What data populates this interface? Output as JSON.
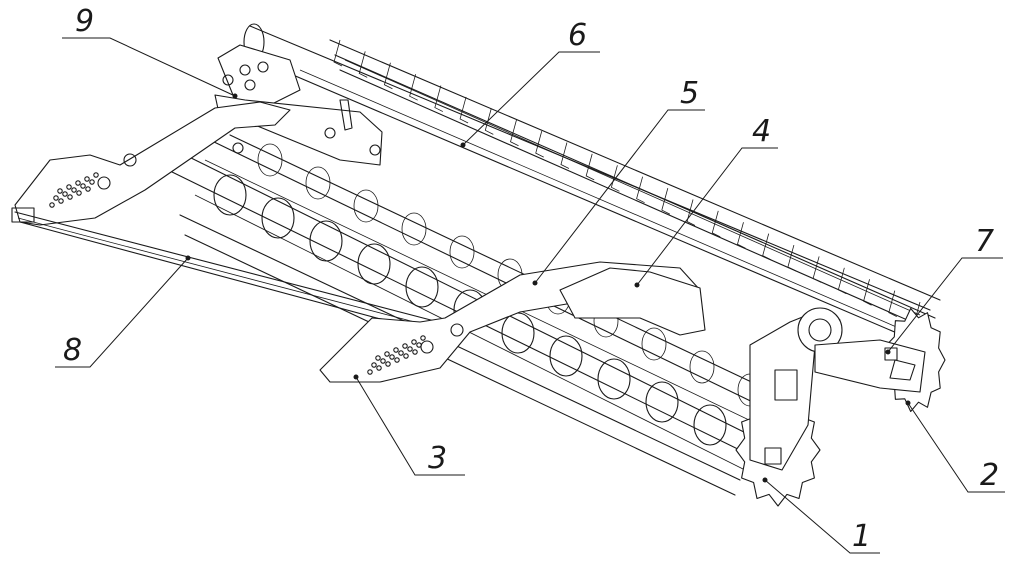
{
  "callouts": [
    {
      "id": "c1",
      "label": "1"
    },
    {
      "id": "c2",
      "label": "2"
    },
    {
      "id": "c3",
      "label": "3"
    },
    {
      "id": "c4",
      "label": "4"
    },
    {
      "id": "c5",
      "label": "5"
    },
    {
      "id": "c6",
      "label": "6"
    },
    {
      "id": "c7",
      "label": "7"
    },
    {
      "id": "c8",
      "label": "8"
    },
    {
      "id": "c9",
      "label": "9"
    }
  ],
  "colors": {
    "ink": "#1a1a1a",
    "paper": "#ffffff"
  }
}
